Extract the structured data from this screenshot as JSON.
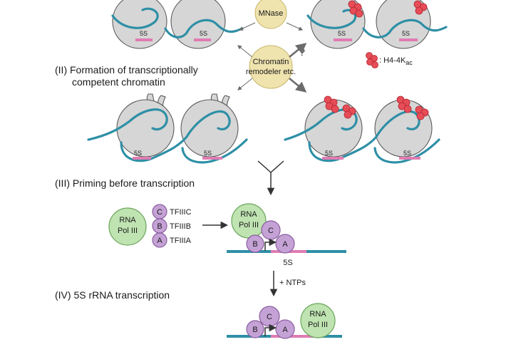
{
  "stages": {
    "stage2": "(II) Formation of transcriptionally",
    "stage2_line2": "competent chromatin",
    "stage3": "(III) Priming before transcription",
    "stage4": "(IV) 5S rRNA transcription"
  },
  "enzymes": {
    "mnase": "MNase",
    "remodeler_line1": "Chromatin",
    "remodeler_line2": "remodeler etc.",
    "question": "?"
  },
  "legend": {
    "acetyl_label": ": H4-4K",
    "acetyl_sub": "ac"
  },
  "gene": {
    "label": "5S"
  },
  "factors": {
    "c_letter": "C",
    "b_letter": "B",
    "a_letter": "A",
    "c_name": "TFIIIC",
    "b_name": "TFIIIB",
    "a_name": "TFIIIA"
  },
  "pol": {
    "line1": "RNA",
    "line2": "Pol III"
  },
  "arrows": {
    "ntps": "+ NTPs"
  },
  "colors": {
    "dna": "#2e8fa6",
    "gene_region": "#e07cb2",
    "histone": "#d6d6d6",
    "acetylation": "#e64d57",
    "tf_factor": "#c5a2d6",
    "pol3": "#bfe3b1",
    "enzyme": "#efe3ae"
  }
}
